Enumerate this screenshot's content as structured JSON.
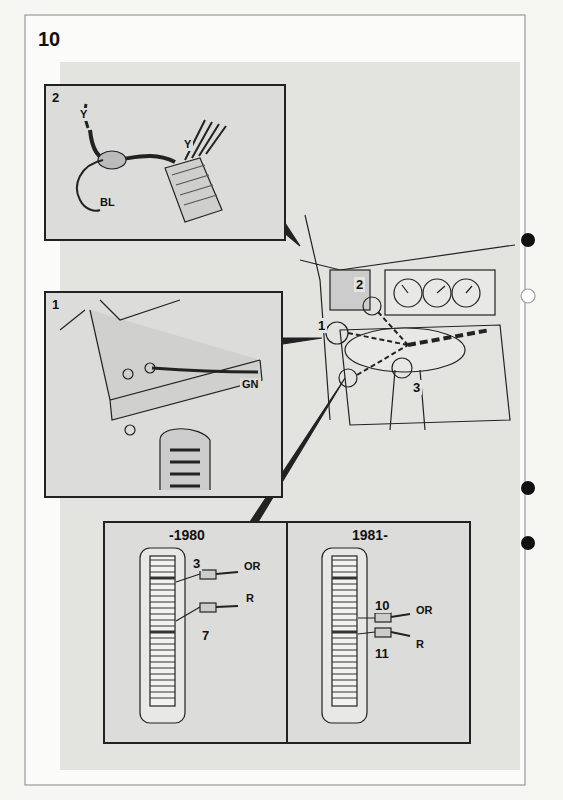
{
  "diagram": {
    "labels": [
      "10",
      "2",
      "Y",
      "Y",
      "BL",
      "1",
      "GN",
      "2",
      "1",
      "3",
      "-1980",
      "3",
      "7",
      "OR",
      "R",
      "1981-",
      "10",
      "11",
      "OR",
      "R"
    ]
  }
}
